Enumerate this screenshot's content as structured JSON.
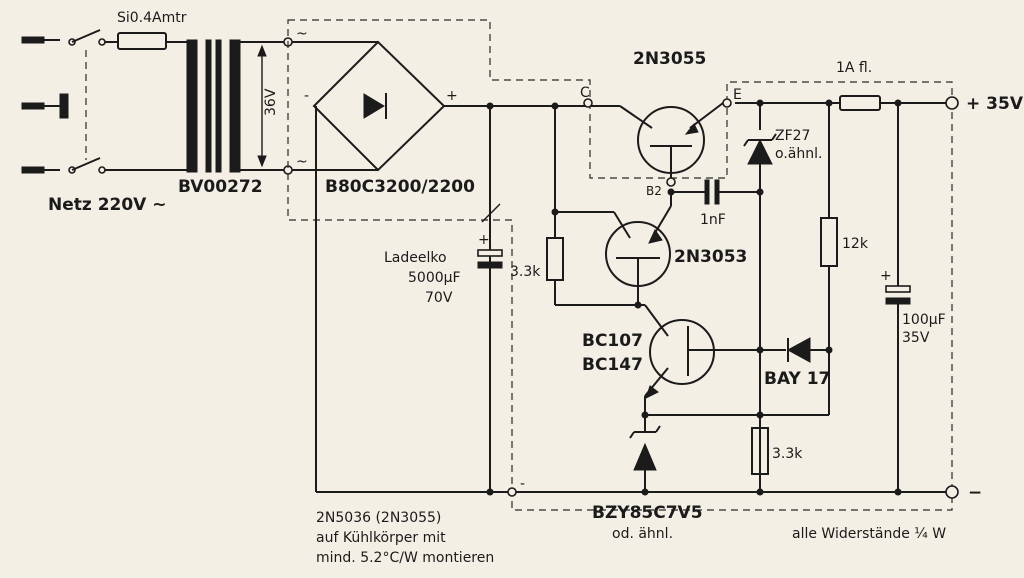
{
  "mains": {
    "label": "Netz 220V ~",
    "fuse": "Si0.4Amtr"
  },
  "transformer": {
    "part": "BV00272",
    "secondary_voltage": "36V"
  },
  "rectifier": {
    "part": "B80C3200/2200",
    "ac1": "~",
    "ac2": "~",
    "neg": "-",
    "pos": "+"
  },
  "reservoir_cap": {
    "name": "Ladeelko",
    "capacitance": "5000µF",
    "voltage": "70V",
    "plus": "+"
  },
  "pass_transistor": {
    "part": "2N3055",
    "collector": "C",
    "emitter": "E",
    "base": "B2"
  },
  "output_fuse": {
    "label": "1A fl."
  },
  "output": {
    "positive": "+ 35V",
    "negative": "−"
  },
  "zener_ref": {
    "part": "ZF27",
    "note": "o.ähnl."
  },
  "cap_feedback": {
    "value": "1nF"
  },
  "resistors": {
    "r_12k": "12k",
    "r_3k3_left": "3.3k",
    "r_3k3_bottom": "3.3k"
  },
  "driver_transistor": {
    "part": "2N3053"
  },
  "control_transistor": {
    "part1": "BC107",
    "part2": "BC147"
  },
  "diode": {
    "part": "BAY 17"
  },
  "zener_bottom": {
    "part": "BZY85C7V5",
    "note": "od. ähnl."
  },
  "output_cap": {
    "capacitance": "100µF",
    "voltage": "35V",
    "plus": "+"
  },
  "ground_marks": {
    "minus_bottom": "-"
  },
  "notes": {
    "heatsink_line1": "2N5036 (2N3055)",
    "heatsink_line2": "auf Kühlkörper mit",
    "heatsink_line3": "mind. 5.2°C/W montieren",
    "resistors": "alle Widerstände ¼ W"
  }
}
